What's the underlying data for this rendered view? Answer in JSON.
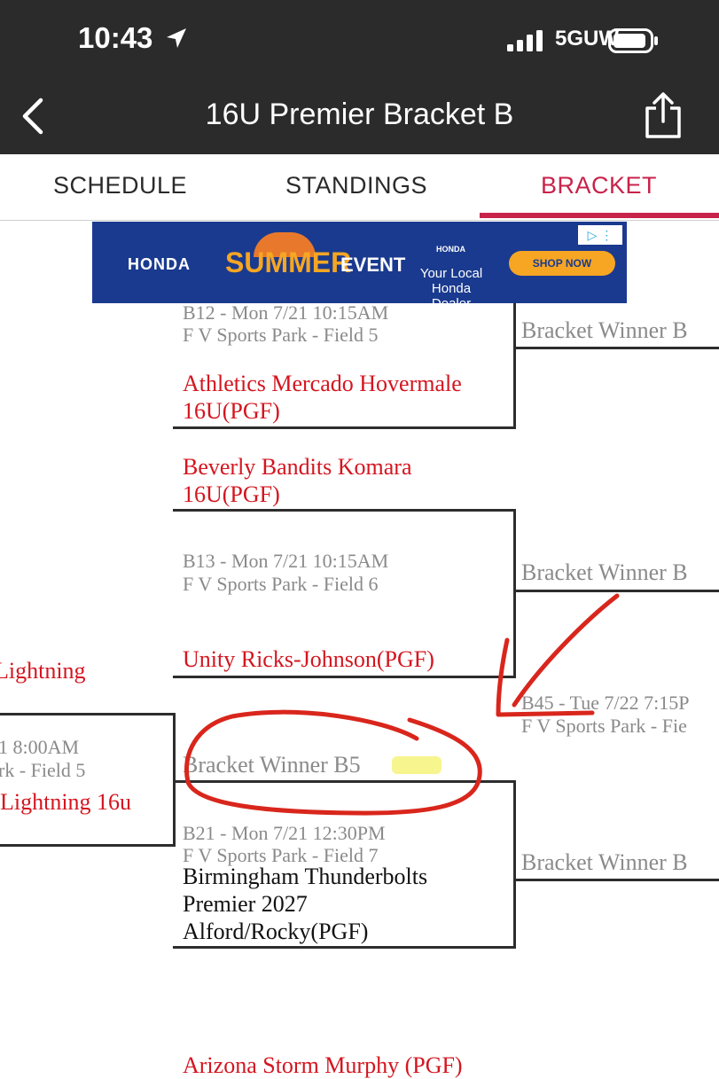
{
  "status_bar": {
    "time": "10:43",
    "network": "5GUW"
  },
  "header": {
    "title": "16U Premier Bracket B"
  },
  "tabs": [
    {
      "label": "SCHEDULE",
      "active": false
    },
    {
      "label": "STANDINGS",
      "active": false
    },
    {
      "label": "BRACKET",
      "active": true
    }
  ],
  "ad": {
    "brand": "HONDA",
    "summer": "SUMMER",
    "event": "EVENT",
    "dealer": "Your Local Honda Dealer",
    "brand_small": "HONDA",
    "cta": "SHOP NOW"
  },
  "bracket": {
    "b12": {
      "info": "B12 - Mon 7/21 10:15AM",
      "location": "F V Sports Park - Field 5",
      "team1_line1": "Athletics Mercado Hovermale",
      "team1_line2": "16U(PGF)"
    },
    "b13": {
      "team_top_line1": "Beverly Bandits Komara",
      "team_top_line2": "16U(PGF)",
      "info": "B13 - Mon 7/21 10:15AM",
      "location": "F V Sports Park - Field 6",
      "team_bottom": "Unity Ricks-Johnson(PGF)"
    },
    "b21": {
      "winner_slot": "Bracket Winner B5",
      "info": "B21 - Mon 7/21 12:30PM",
      "location": "F V Sports Park - Field 7",
      "team_line1": "Birmingham Thunderbolts",
      "team_line2": "Premier 2027",
      "team_line3": "Alford/Rocky(PGF)"
    },
    "b45": {
      "info": "B45 - Tue 7/22 7:15P",
      "location": "F V Sports Park - Fie"
    },
    "right_winners": [
      "Bracket Winner B",
      "Bracket Winner B",
      "Bracket Winner B"
    ],
    "left_partial": {
      "team_top": "Lightning",
      "info": "1 8:00AM",
      "location": "rk - Field 5",
      "team": "Lightning 16u"
    },
    "bottom_partial": "Arizona Storm Murphy (PGF)"
  },
  "colors": {
    "accent": "#c8234a",
    "team_red": "#d4151f",
    "header_bg": "#2b2b2c",
    "annotation": "#d9261c"
  }
}
